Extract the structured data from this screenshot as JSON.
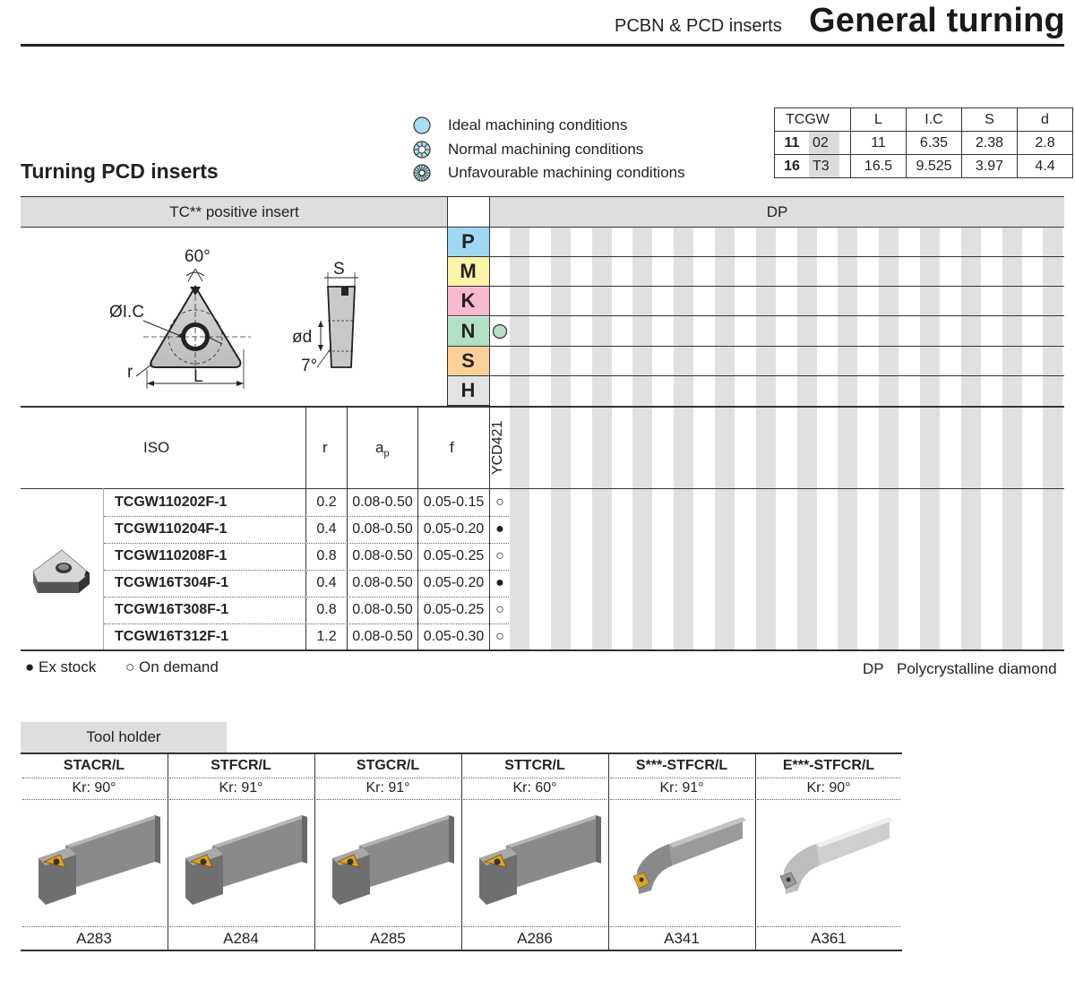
{
  "header": {
    "subtitle": "PCBN & PCD inserts",
    "title": "General turning"
  },
  "section_title": "Turning PCD inserts",
  "legend": {
    "ideal": "Ideal machining conditions",
    "normal": "Normal machining conditions",
    "unfavourable": "Unfavourable machining conditions"
  },
  "dims_table": {
    "headers": [
      "TCGW",
      "L",
      "I.C",
      "S",
      "d"
    ],
    "rows": [
      {
        "code_bold": "11",
        "code_rest": "02",
        "L": "11",
        "IC": "6.35",
        "S": "2.38",
        "d": "2.8"
      },
      {
        "code_bold": "16",
        "code_rest": "T3",
        "L": "16.5",
        "IC": "9.525",
        "S": "3.97",
        "d": "4.4"
      }
    ]
  },
  "insert_header": "TC** positive insert",
  "grade_header": "DP",
  "drawing": {
    "angle": "60°",
    "ic": "ØI.C",
    "r": "r",
    "L": "L",
    "S": "S",
    "d": "ød",
    "relief": "7°"
  },
  "materials": [
    {
      "label": "P",
      "color": "#9fd8f3"
    },
    {
      "label": "M",
      "color": "#fbf3a8"
    },
    {
      "label": "K",
      "color": "#f7b9ce"
    },
    {
      "label": "N",
      "color": "#b3dfc4"
    },
    {
      "label": "S",
      "color": "#fcd199"
    },
    {
      "label": "H",
      "color": "#e3e3e3"
    }
  ],
  "n_mark_color": "#b3dfc4",
  "columns": {
    "iso": "ISO",
    "r": "r",
    "ap": "a",
    "ap_sub": "p",
    "f": "f",
    "grade": "YCD421"
  },
  "products": [
    {
      "iso": "TCGW110202F-1",
      "r": "0.2",
      "ap": "0.08-0.50",
      "f": "0.05-0.15",
      "stock": "○"
    },
    {
      "iso": "TCGW110204F-1",
      "r": "0.4",
      "ap": "0.08-0.50",
      "f": "0.05-0.20",
      "stock": "●"
    },
    {
      "iso": "TCGW110208F-1",
      "r": "0.8",
      "ap": "0.08-0.50",
      "f": "0.05-0.25",
      "stock": "○"
    },
    {
      "iso": "TCGW16T304F-1",
      "r": "0.4",
      "ap": "0.08-0.50",
      "f": "0.05-0.20",
      "stock": "●"
    },
    {
      "iso": "TCGW16T308F-1",
      "r": "0.8",
      "ap": "0.08-0.50",
      "f": "0.05-0.25",
      "stock": "○"
    },
    {
      "iso": "TCGW16T312F-1",
      "r": "1.2",
      "ap": "0.08-0.50",
      "f": "0.05-0.30",
      "stock": "○"
    }
  ],
  "footnotes": {
    "ex_stock": "● Ex stock",
    "on_demand": "○ On demand",
    "dp_abbr": "DP",
    "dp_full": "Polycrystalline diamond"
  },
  "tool_holder": {
    "tab": "Tool holder",
    "items": [
      {
        "name": "STACR/L",
        "kr": "Kr: 90°",
        "page": "A283"
      },
      {
        "name": "STFCR/L",
        "kr": "Kr: 91°",
        "page": "A284"
      },
      {
        "name": "STGCR/L",
        "kr": "Kr: 91°",
        "page": "A285"
      },
      {
        "name": "STTCR/L",
        "kr": "Kr: 60°",
        "page": "A286"
      },
      {
        "name": "S***-STFCR/L",
        "kr": "Kr: 91°",
        "page": "A341"
      },
      {
        "name": "E***-STFCR/L",
        "kr": "Kr: 90°",
        "page": "A361"
      }
    ]
  }
}
